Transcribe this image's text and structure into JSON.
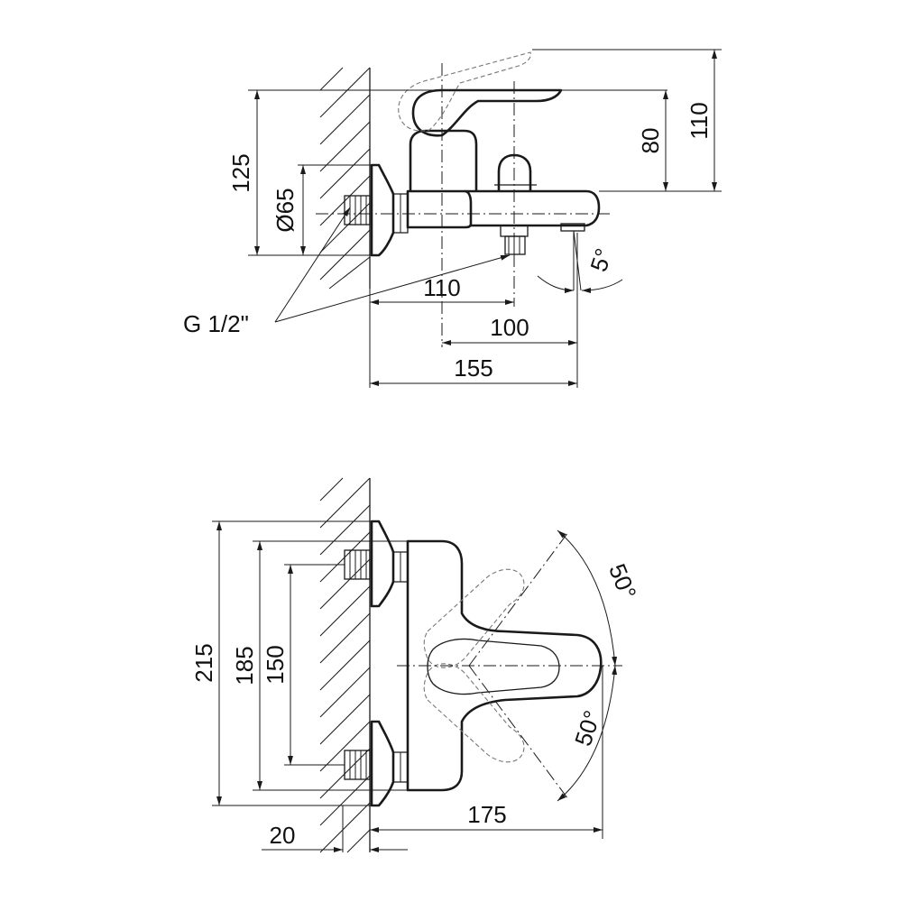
{
  "side_view": {
    "height_total": "125",
    "flange_diameter": "Ø65",
    "lever_height_80": "80",
    "lever_height_110": "110",
    "thread_label": "G 1/2\"",
    "outlet_offset_110": "110",
    "spout_100": "100",
    "spout_155": "155",
    "spout_angle": "5°"
  },
  "top_view": {
    "overall_215": "215",
    "dim_185": "185",
    "inlet_spacing": "150",
    "flange_depth": "20",
    "length_175": "175",
    "angle_upper": "50°",
    "angle_lower": "50°"
  }
}
